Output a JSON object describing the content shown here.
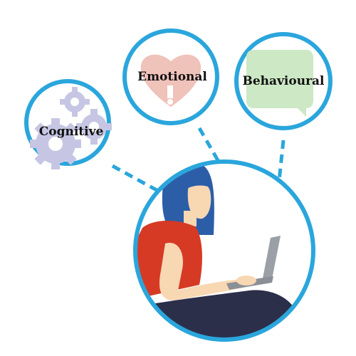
{
  "labels": {
    "cognitive": "Cognitive",
    "emotional": "Emotional",
    "behavioural": "Behavioural"
  },
  "colors": {
    "circle_stroke": "#2aa6dc",
    "connector": "#2aa6dc",
    "gear": "#c6c6e4",
    "heart": "#efc2ba",
    "speech_bubble": "#cde8c5",
    "hair": "#2c5ea8",
    "skin": "#f8d7b3",
    "top": "#d63a24",
    "pants": "#2c2f4a",
    "laptop": "#9aa0a6"
  },
  "icons": {
    "cognitive": "gears-icon",
    "emotional": "broken-heart-icon",
    "behavioural": "speech-bubble-icon",
    "central": "person-with-laptop-illustration"
  }
}
